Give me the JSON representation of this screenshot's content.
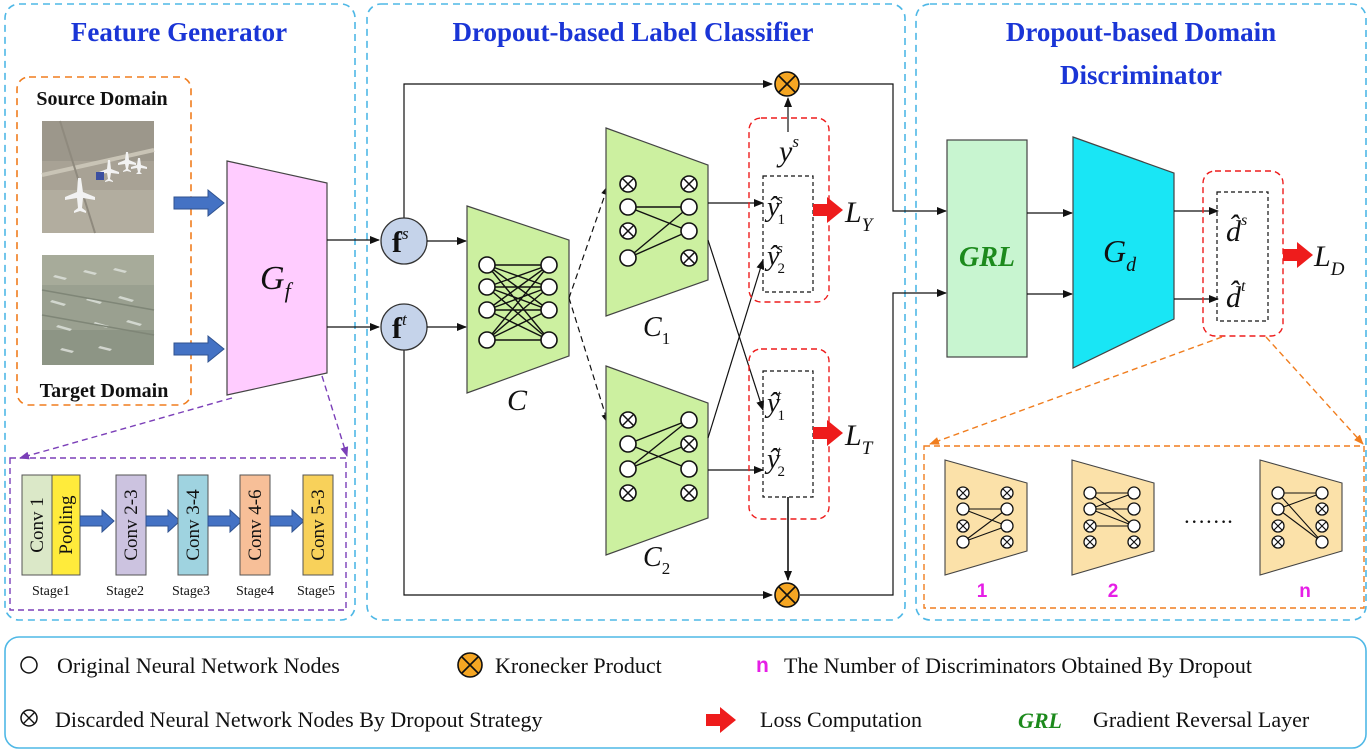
{
  "panels": {
    "feature_generator": {
      "title": "Feature Generator",
      "source": "Source Domain",
      "target": "Target Domain",
      "module": "G",
      "module_sub": "f"
    },
    "label_classifier": {
      "title": "Dropout-based Label Classifier"
    },
    "domain_discriminator": {
      "title_line1": "Dropout-based Domain",
      "title_line2": "Discriminator"
    }
  },
  "stages": [
    {
      "name": "Stage1",
      "blocks": [
        "Conv 1",
        "Pooling"
      ],
      "colors": [
        "#dbe8c8",
        "#ffeb3b"
      ]
    },
    {
      "name": "Stage2",
      "blocks": [
        "Conv 2-3"
      ],
      "colors": [
        "#ccc3e0"
      ]
    },
    {
      "name": "Stage3",
      "blocks": [
        "Conv 3-4"
      ],
      "colors": [
        "#9fd3e0"
      ]
    },
    {
      "name": "Stage4",
      "blocks": [
        "Conv 4-6"
      ],
      "colors": [
        "#f7bf98"
      ]
    },
    {
      "name": "Stage5",
      "blocks": [
        "Conv 5-3"
      ],
      "colors": [
        "#f8d15a"
      ]
    }
  ],
  "features": {
    "source": "f",
    "source_sup": "s",
    "target": "f",
    "target_sup": "t"
  },
  "classifier": {
    "shared": "C",
    "c1": "C",
    "c1_sub": "1",
    "c2": "C",
    "c2_sub": "2"
  },
  "labels": {
    "ys": "y",
    "ys_sup": "s",
    "ly": "L",
    "ly_sub": "Y",
    "lt": "L",
    "lt_sub": "T",
    "ld": "L",
    "ld_sub": "D"
  },
  "predictions": {
    "source": [
      {
        "base": "ŷ",
        "sub": "1",
        "sup": "s"
      },
      {
        "base": "ŷ",
        "sub": "2",
        "sup": "s"
      }
    ],
    "target": [
      {
        "base": "ŷ",
        "sub": "1",
        "sup": "t"
      },
      {
        "base": "ŷ",
        "sub": "2",
        "sup": "t"
      }
    ],
    "domain": [
      {
        "base": "d̂",
        "sup": "s"
      },
      {
        "base": "d̂",
        "sup": "t"
      }
    ]
  },
  "grl": "GRL",
  "gd": {
    "base": "G",
    "sub": "d"
  },
  "discriminators": {
    "labels": [
      "1",
      "2",
      "n"
    ],
    "ellipsis": "……."
  },
  "legend": {
    "original_nodes": "Original Neural Network Nodes",
    "kronecker": "Kronecker Product",
    "n_symbol": "n",
    "n_text": "The Number of Discriminators Obtained By Dropout",
    "discarded_nodes": "Discarded Neural Network Nodes By Dropout Strategy",
    "loss": "Loss Computation",
    "grl_symbol": "GRL",
    "grl_text": "Gradient Reversal Layer"
  },
  "colors": {
    "title_blue": "#1a35d6",
    "panel_border": "#4fb8e6",
    "gf_fill": "#ffccff",
    "green_fill": "#ccf0a0",
    "grl_fill": "#c8f5d0",
    "gd_fill": "#19e6f5",
    "disc_fill": "#fbe1a9",
    "red_arrow": "#ee1c1c",
    "blue_arrow": "#4472c4",
    "kron_fill": "#f5a623",
    "magenta": "#e61ee6",
    "grl_green": "#1c8a1c"
  }
}
